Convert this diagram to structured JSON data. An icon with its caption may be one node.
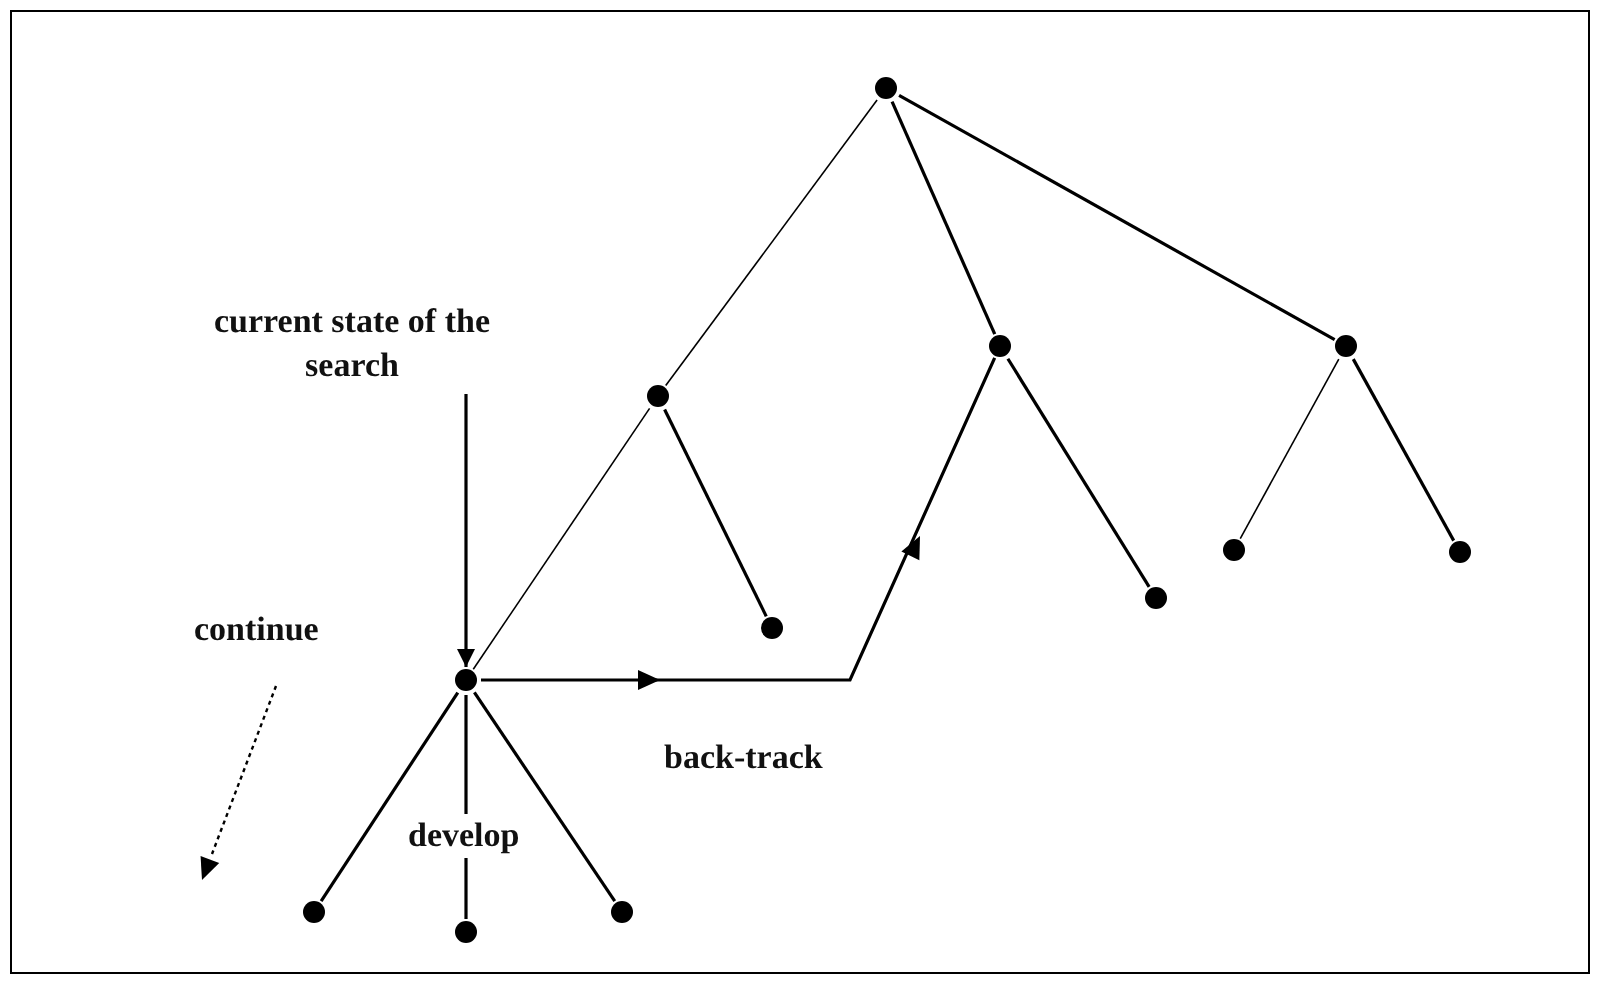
{
  "diagram": {
    "nodes": [
      {
        "text": [],
        "shape": "circle"
      },
      {
        "text": [],
        "shape": "circle"
      },
      {
        "text": [],
        "shape": "circle"
      },
      {
        "text": [],
        "shape": "circle"
      },
      {
        "text": [
          "current state of the search"
        ]
      },
      {
        "text": [],
        "shape": "circle"
      },
      {
        "text": [],
        "shape": "circle"
      },
      {
        "text": [],
        "shape": "circle"
      },
      {
        "text": [],
        "shape": "circle"
      },
      {
        "text": [],
        "shape": "circle"
      },
      {
        "text": [],
        "shape": "circle"
      },
      {
        "text": [],
        "shape": "circle"
      },
      {
        "text": [],
        "shape": "circle"
      }
    ],
    "edges": [
      {
        "from": 0,
        "to": 1,
        "arrow": "none"
      },
      {
        "from": 0,
        "to": 2,
        "arrow": "none"
      },
      {
        "from": 0,
        "to": 3,
        "arrow": "none"
      },
      {
        "from": 1,
        "to": 9,
        "arrow": "none"
      },
      {
        "from": 1,
        "to": 8,
        "arrow": "none"
      },
      {
        "from": 2,
        "to": 7,
        "arrow": "none"
      },
      {
        "from": 3,
        "to": 5,
        "arrow": "none"
      },
      {
        "from": 3,
        "to": 6,
        "arrow": "none"
      },
      {
        "from": 4,
        "to": 9,
        "arrow": "to"
      },
      {
        "from": 9,
        "to": 10,
        "arrow": "none"
      },
      {
        "from": 9,
        "to": 12,
        "arrow": "none"
      },
      {
        "from": 9,
        "to": 11,
        "arrow": "none"
      },
      {
        "from": 9,
        "to": 2,
        "arrow": "to",
        "label": "back-track"
      }
    ],
    "labels": [
      "continue",
      "develop"
    ]
  }
}
